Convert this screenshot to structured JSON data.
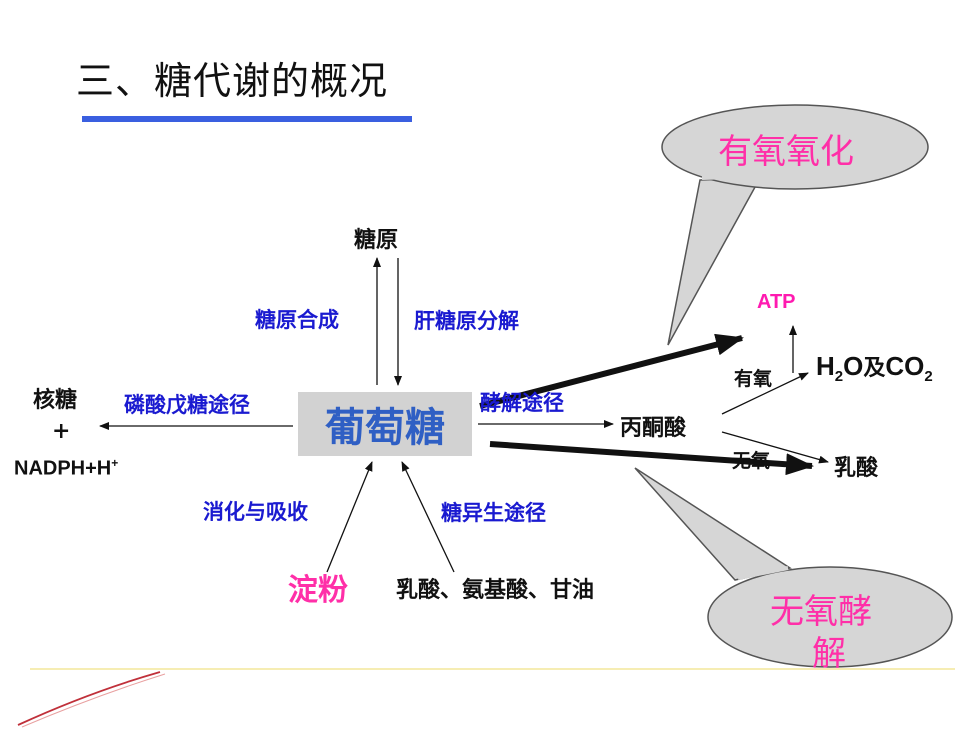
{
  "title": "三、糖代谢的概况",
  "colors": {
    "accent_blue": "#3a5fe0",
    "label_blue": "#1a1ad0",
    "magenta": "#ff2fa8",
    "glucose_text": "#2f5fc4",
    "box_gray": "#d2d2d2"
  },
  "nodes": {
    "glucose": "葡萄糖",
    "glycogen": "糖原",
    "ribose": "核糖",
    "plus": "+",
    "nadph_main": "NADPH+H",
    "nadph_sup": "+",
    "pyruvate": "丙酮酸",
    "lactate": "乳酸",
    "atp": "ATP",
    "h2o_h": "H",
    "h2o_sub": "2",
    "h2o_o": "O",
    "h2o_and": "及",
    "co2_co": "CO",
    "co2_sub": "2",
    "starch": "淀粉",
    "precursors": "乳酸、氨基酸、甘油"
  },
  "pathways": {
    "glycogenesis": "糖原合成",
    "glycogenolysis": "肝糖原分解",
    "pentose_phosphate": "磷酸戊糖途径",
    "glycolysis": "酵解途径",
    "aerobic": "有氧",
    "anaerobic": "无氧",
    "digestion": "消化与吸收",
    "gluconeogenesis": "糖异生途径"
  },
  "callouts": {
    "aerobic_oxidation": "有氧氧化",
    "anaerobic_glycolysis_line1": "无氧酵",
    "anaerobic_glycolysis_line2": "解"
  }
}
